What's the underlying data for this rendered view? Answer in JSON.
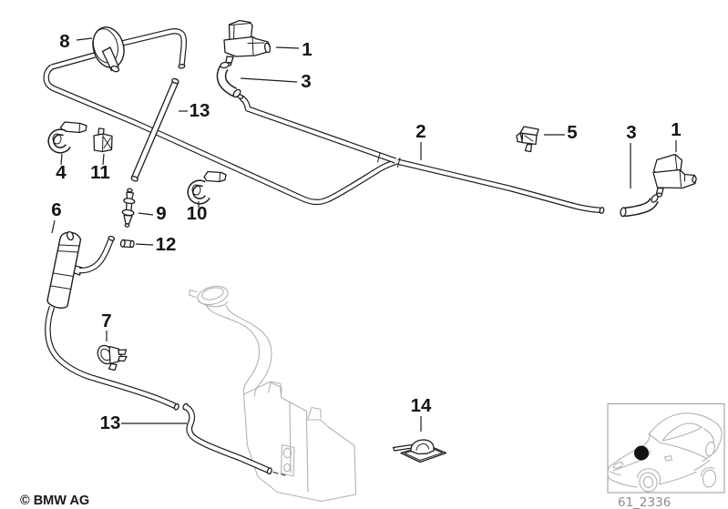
{
  "diagram": {
    "background_color": "#ffffff",
    "ink_color": "#1d1d1d",
    "ghost_color": "#b2b2b2",
    "description": "Exploded parts diagram of single jet windshield washer system with hoses, nozzles, clips, pump and fluid reservoir",
    "callouts": [
      "8",
      "1",
      "3",
      "13",
      "2",
      "5",
      "3",
      "1",
      "4",
      "11",
      "6",
      "9",
      "10",
      "12",
      "7",
      "13",
      "14"
    ],
    "footer": {
      "copyright": "© BMW AG",
      "image_code": "61_2336"
    }
  }
}
